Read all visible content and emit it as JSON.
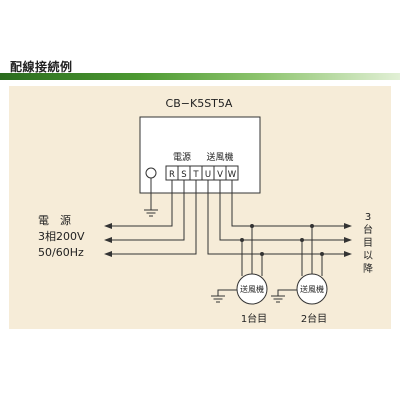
{
  "header": {
    "title": "配線接続例"
  },
  "diagram": {
    "model": "CB−K5ST5A",
    "power_group_label": "電源",
    "fan_group_label": "送風機",
    "terminals": [
      "R",
      "S",
      "T",
      "U",
      "V",
      "W"
    ],
    "supply_label": "電　源",
    "supply_voltage": "3相200V",
    "supply_freq": "50/60Hz",
    "continue_chars": [
      "3",
      "台",
      "目",
      "以",
      "降"
    ],
    "motor_label": "送風機",
    "motor1_caption": "1台目",
    "motor2_caption": "2台目"
  },
  "colors": {
    "header_bar_dark": "#2a6b1e",
    "header_bar_light": "#e2f0d6",
    "panel": "#f6ecd8"
  }
}
